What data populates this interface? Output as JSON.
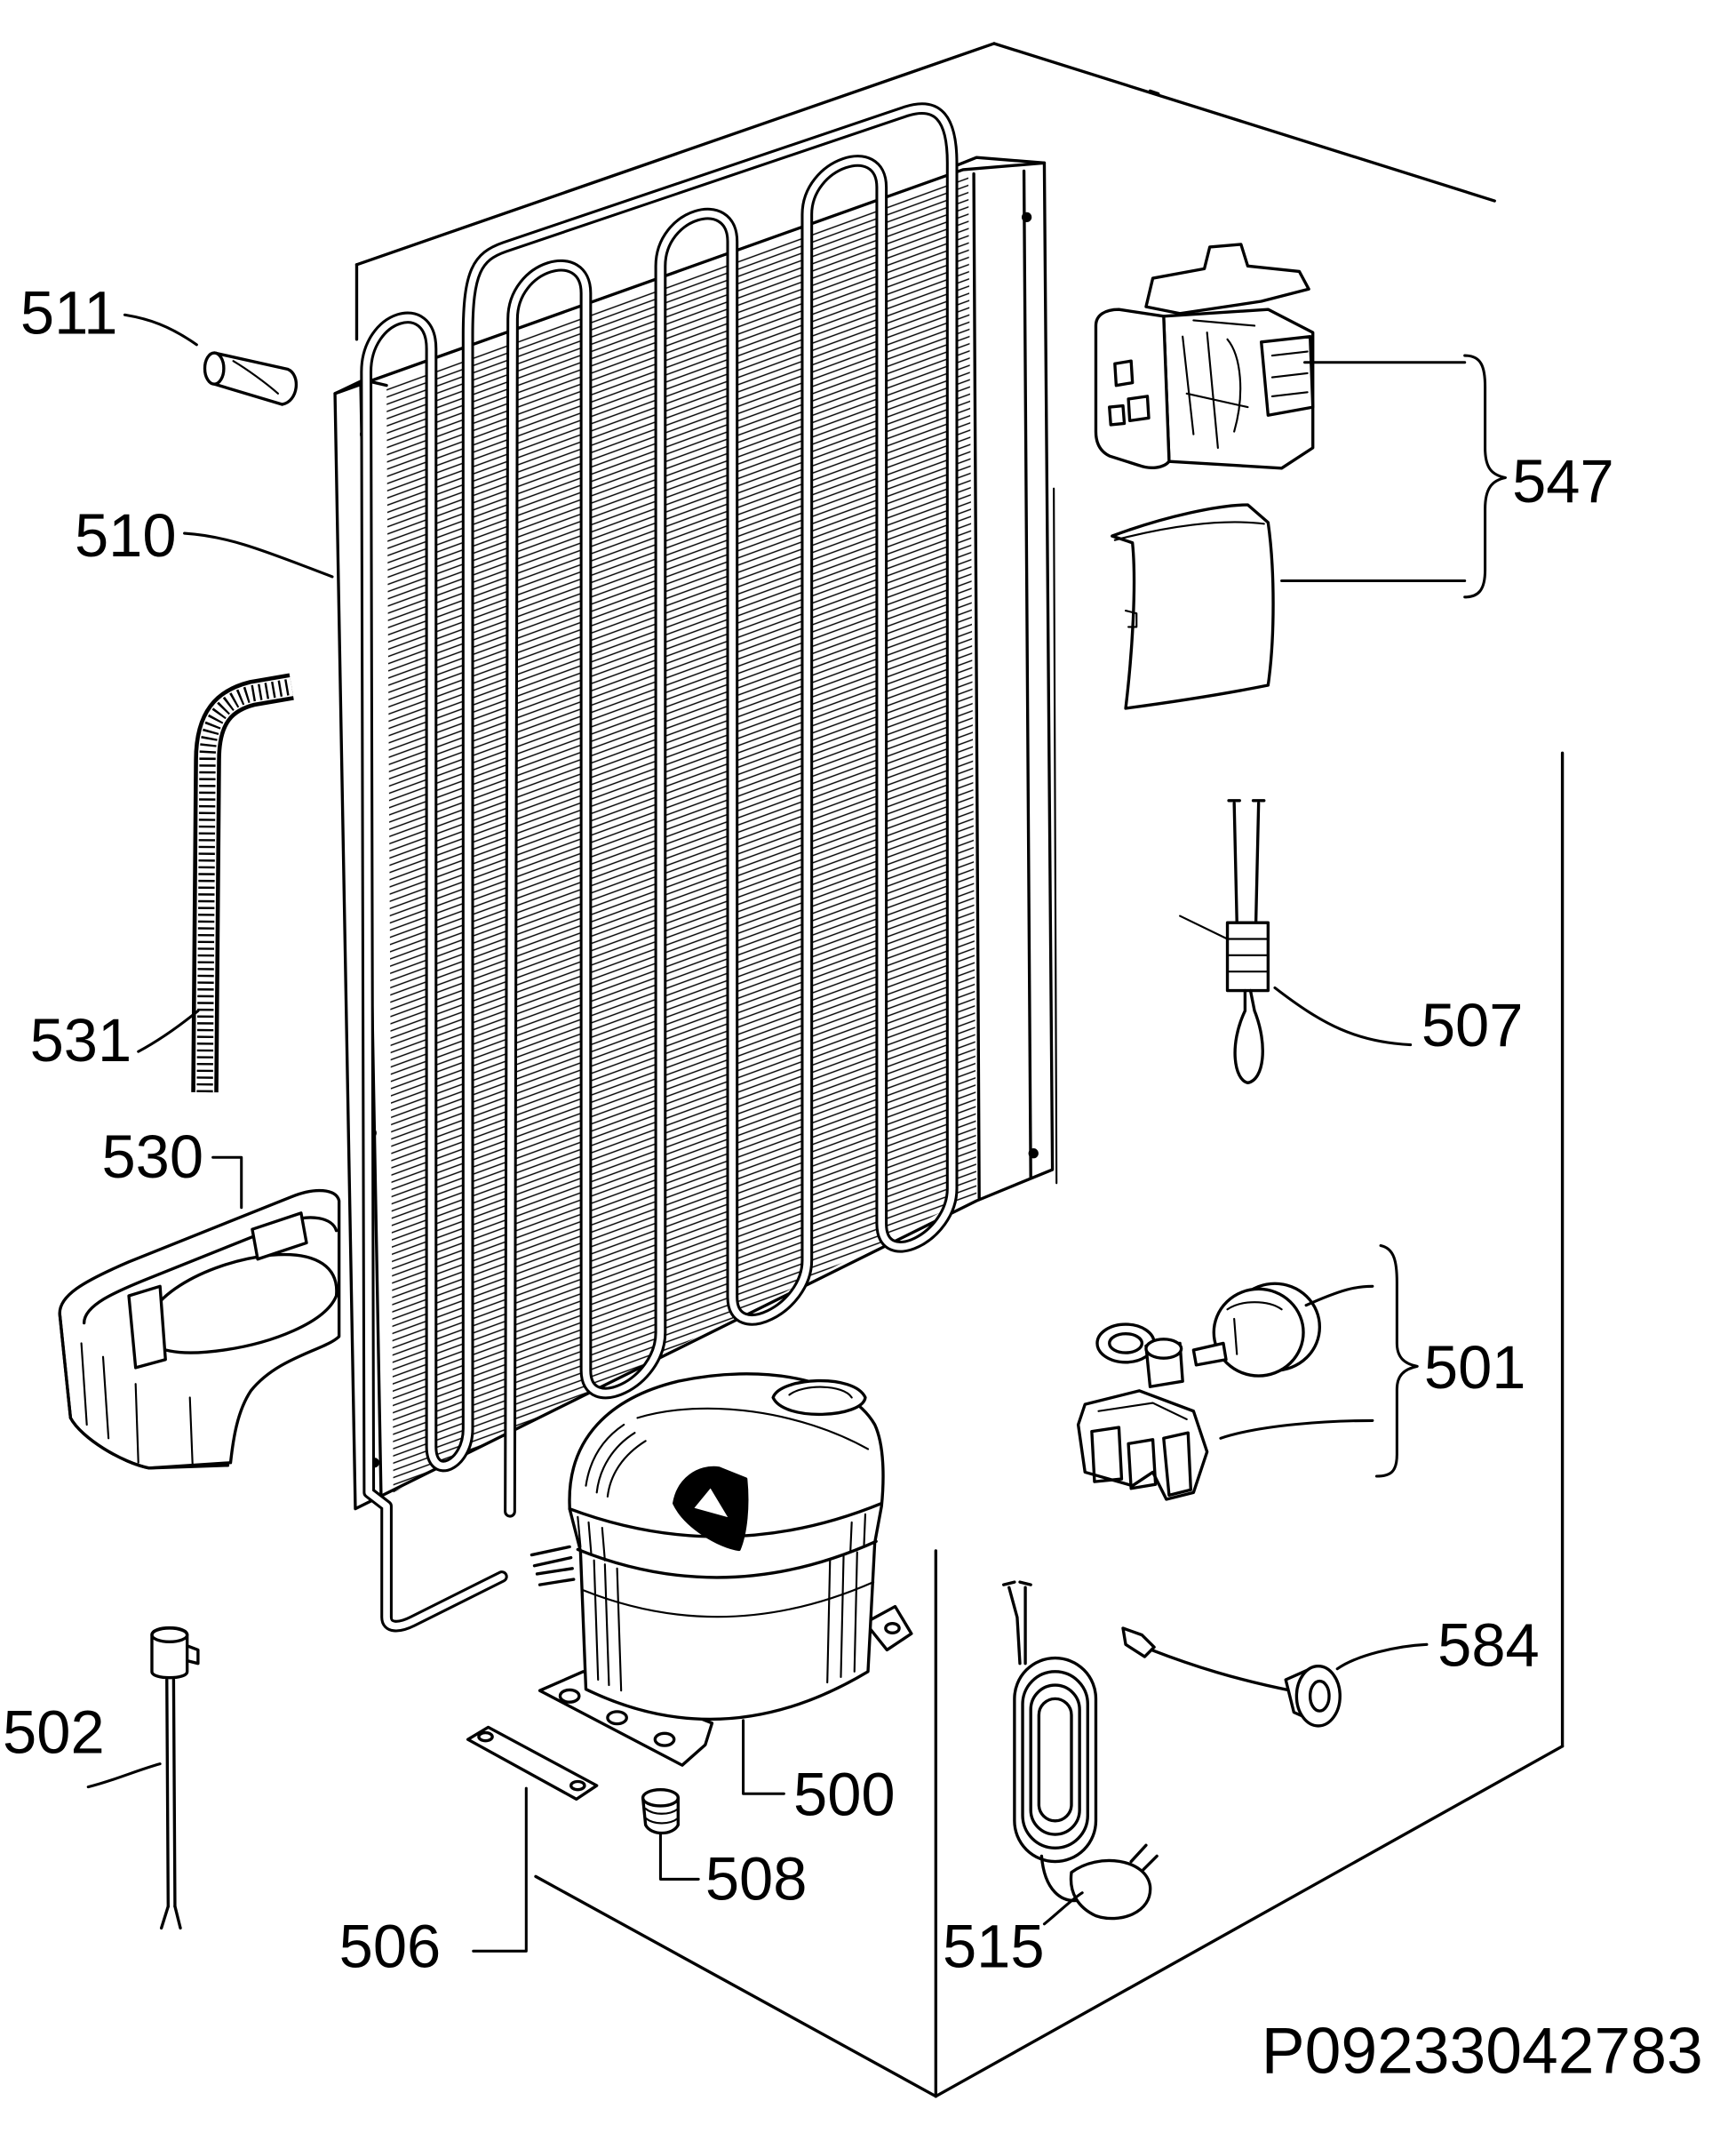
{
  "callouts": {
    "c511": "511",
    "c510": "510",
    "c531": "531",
    "c530": "530",
    "c502": "502",
    "c506": "506",
    "c508": "508",
    "c500": "500",
    "c515": "515",
    "c584": "584",
    "c501": "501",
    "c507": "507",
    "c547": "547"
  },
  "drawing_code": "P09233042783",
  "colors": {
    "line": "#000000",
    "background": "#ffffff"
  }
}
